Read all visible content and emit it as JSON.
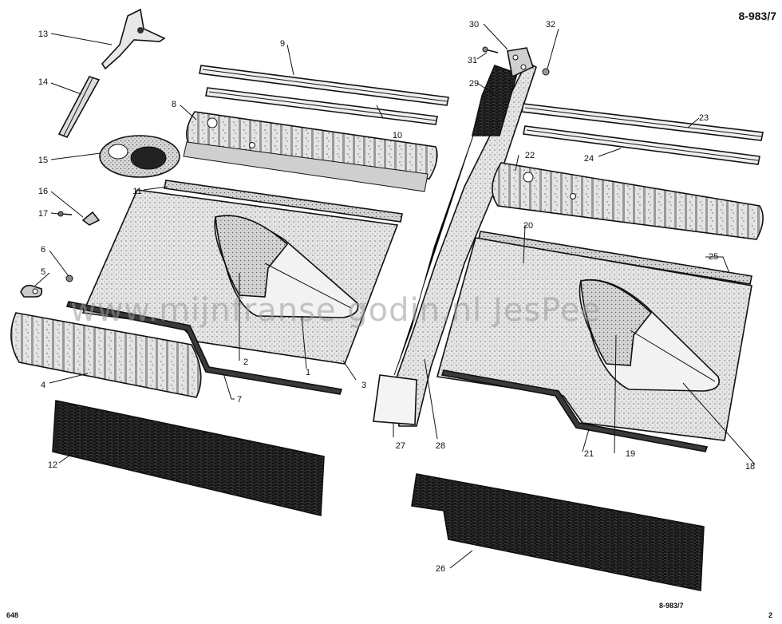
{
  "header": {
    "drawing_code": "8-983/7"
  },
  "footer": {
    "left_number": "648",
    "center_code": "8-983/7",
    "right_number": "2"
  },
  "watermark": {
    "text": "www.mijnfranse godin.nl   JesPee"
  },
  "callouts": [
    {
      "id": "c1",
      "label": "1"
    },
    {
      "id": "c2",
      "label": "2"
    },
    {
      "id": "c3",
      "label": "3"
    },
    {
      "id": "c4",
      "label": "4"
    },
    {
      "id": "c5",
      "label": "5"
    },
    {
      "id": "c6",
      "label": "6"
    },
    {
      "id": "c7",
      "label": "7"
    },
    {
      "id": "c8",
      "label": "8"
    },
    {
      "id": "c9",
      "label": "9"
    },
    {
      "id": "c10",
      "label": "10"
    },
    {
      "id": "c11",
      "label": "11"
    },
    {
      "id": "c12",
      "label": "12"
    },
    {
      "id": "c13",
      "label": "13"
    },
    {
      "id": "c14",
      "label": "14"
    },
    {
      "id": "c15",
      "label": "15"
    },
    {
      "id": "c16",
      "label": "16"
    },
    {
      "id": "c17",
      "label": "17"
    },
    {
      "id": "c18",
      "label": "18"
    },
    {
      "id": "c19",
      "label": "19"
    },
    {
      "id": "c20",
      "label": "20"
    },
    {
      "id": "c21",
      "label": "21"
    },
    {
      "id": "c22",
      "label": "22"
    },
    {
      "id": "c23",
      "label": "23"
    },
    {
      "id": "c24",
      "label": "24"
    },
    {
      "id": "c25",
      "label": "25"
    },
    {
      "id": "c26",
      "label": "26"
    },
    {
      "id": "c27",
      "label": "27"
    },
    {
      "id": "c28",
      "label": "28"
    },
    {
      "id": "c29",
      "label": "29"
    },
    {
      "id": "c30",
      "label": "30"
    },
    {
      "id": "c31",
      "label": "31"
    },
    {
      "id": "c32",
      "label": "32"
    }
  ]
}
